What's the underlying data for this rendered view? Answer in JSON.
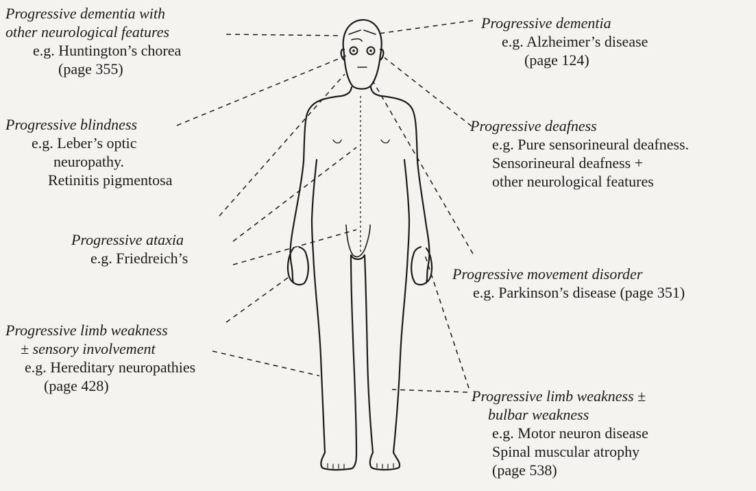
{
  "labels": {
    "dementia_neuro": {
      "title_lines": [
        "Progressive dementia with",
        "other neurological features"
      ],
      "example_lines": [
        "e.g. Huntington’s chorea",
        "(page 355)"
      ]
    },
    "dementia": {
      "title_lines": [
        "Progressive dementia"
      ],
      "example_lines": [
        "e.g. Alzheimer’s disease",
        "(page 124)"
      ]
    },
    "blindness": {
      "title_lines": [
        "Progressive blindness"
      ],
      "example_lines": [
        "e.g. Leber’s optic",
        "neuropathy.",
        "Retinitis pigmentosa"
      ]
    },
    "deafness": {
      "title_lines": [
        "Progressive deafness"
      ],
      "example_lines": [
        "e.g. Pure sensorineural deafness.",
        "Sensorineural deafness +",
        "other neurological features"
      ]
    },
    "ataxia": {
      "title_lines": [
        "Progressive ataxia"
      ],
      "example_lines": [
        "e.g. Friedreich’s"
      ]
    },
    "movement": {
      "title_lines": [
        "Progressive movement disorder"
      ],
      "example_lines": [
        "e.g. Parkinson’s disease (page 351)"
      ]
    },
    "limb_sensory": {
      "title_lines": [
        "Progressive limb weakness",
        "± sensory involvement"
      ],
      "example_lines": [
        "e.g. Hereditary neuropathies",
        "(page 428)"
      ]
    },
    "limb_bulbar": {
      "title_lines": [
        "Progressive limb weakness ±",
        "bulbar weakness"
      ],
      "example_lines": [
        "e.g. Motor neuron disease",
        "Spinal muscular atrophy",
        "(page 538)"
      ]
    }
  }
}
